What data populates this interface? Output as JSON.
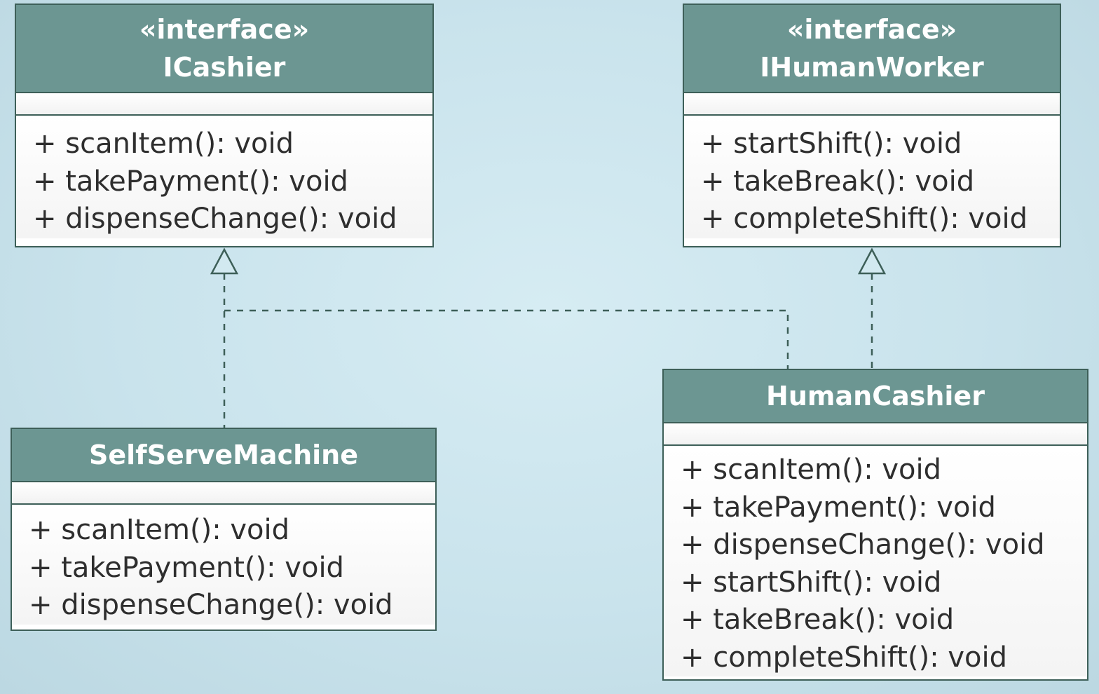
{
  "diagram": {
    "classes": [
      {
        "id": "icashier",
        "stereotype": "«interface»",
        "name": "ICashier",
        "operations": [
          "+ scanItem(): void",
          "+ takePayment(): void",
          "+ dispenseChange(): void"
        ]
      },
      {
        "id": "ihumanworker",
        "stereotype": "«interface»",
        "name": "IHumanWorker",
        "operations": [
          "+ startShift(): void",
          "+ takeBreak(): void",
          "+ completeShift(): void"
        ]
      },
      {
        "id": "selfservemachine",
        "name": "SelfServeMachine",
        "operations": [
          "+ scanItem(): void",
          "+ takePayment(): void",
          "+ dispenseChange(): void"
        ]
      },
      {
        "id": "humancashier",
        "name": "HumanCashier",
        "operations": [
          "+ scanItem(): void",
          "+ takePayment(): void",
          "+ dispenseChange(): void",
          "+ startShift(): void",
          "+ takeBreak(): void",
          "+ completeShift(): void"
        ]
      }
    ],
    "relationships": [
      {
        "type": "realization",
        "from": "SelfServeMachine",
        "to": "ICashier"
      },
      {
        "type": "realization",
        "from": "HumanCashier",
        "to": "ICashier"
      },
      {
        "type": "realization",
        "from": "HumanCashier",
        "to": "IHumanWorker"
      }
    ]
  }
}
